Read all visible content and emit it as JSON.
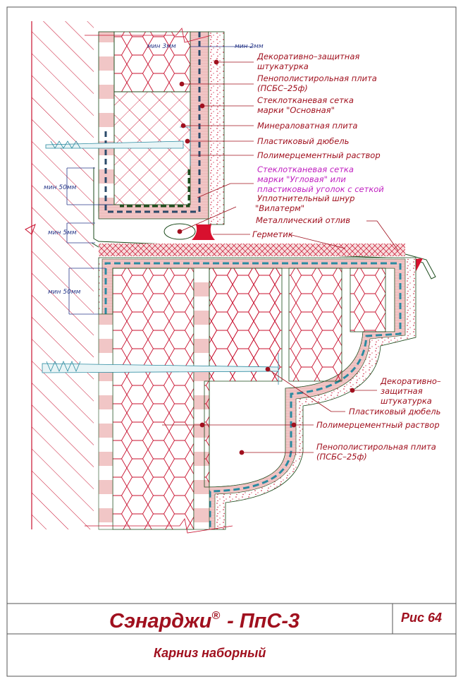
{
  "dimensions": {
    "min3": "мин 3мм",
    "min2": "мин 2мм",
    "min50_top": "мин 50мм",
    "min5": "мин 5мм",
    "min50_bottom": "мин 50мм"
  },
  "labels_top": [
    "Декоративно–защитная",
    "штукатурка",
    "Пенополистирольная плита",
    "(ПСБС–25ф)",
    "Стеклотканевая сетка",
    "марки \"Основная\"",
    "Минераловатная плита",
    "Пластиковый дюбель",
    "Полимерцементный раствор",
    "Стеклотканевая сетка",
    "марки \"Угловая\" или",
    "пластиковый уголок с сеткой",
    "Уплотнительный шнур",
    "\"Вилатерм\"",
    "Металлический отлив",
    "Герметик"
  ],
  "labels_bottom": [
    "Декоративно–",
    "защитная",
    "штукатурка",
    "Пластиковый дюбель",
    "Полимерцементный раствор",
    "Пенополистирольная плита",
    "(ПСБС–25ф)"
  ],
  "title_block": {
    "product": "Сэнарджи",
    "registered": "®",
    "system": "- ПпС-3",
    "figure": "Рис 64",
    "caption": "Карниз наборный"
  },
  "colors": {
    "drawing_red": "#c8102e",
    "text_red": "#a0101e",
    "mesh_blue": "#2a6f8a",
    "dim_blue": "#2a3a8a",
    "corner_green": "#1a4a1a"
  }
}
